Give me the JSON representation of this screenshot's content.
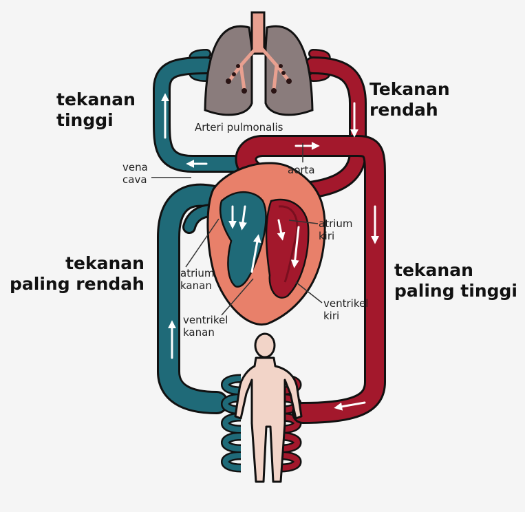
{
  "colors": {
    "background": "#f5f5f5",
    "vein_blue": "#1f6a78",
    "artery_red": "#a3182c",
    "outline": "#111111",
    "heart_outer": "#e8806a",
    "lung_gray": "#8a7c7c",
    "lung_pink": "#e8a090",
    "body_skin": "#f2d4c8"
  },
  "labels": {
    "pressure_high_lung": "tekanan\ntinggi",
    "pressure_low_lung": "Tekanan\nrendah",
    "pressure_lowest": "tekanan\npaling rendah",
    "pressure_highest": "tekanan\npaling tinggi",
    "pulmonary_artery": "Arteri pulmonalis",
    "vena_cava": "vena\ncava",
    "aorta": "aorta",
    "left_atrium": "atrium\nkiri",
    "right_atrium": "atrium\nkanan",
    "left_ventricle": "ventrikel\nkiri",
    "right_ventricle": "ventrikel\nkanan"
  },
  "icons": [
    "lungs-icon",
    "heart-icon",
    "human-body-icon",
    "flow-arrow-icon"
  ]
}
